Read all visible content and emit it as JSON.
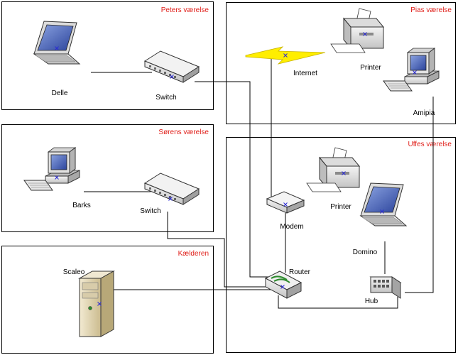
{
  "colors": {
    "room_title": "#e0201b",
    "lightning": "#ffee00",
    "wire": "#000000",
    "device_body": "#e6e6e6",
    "screen": "#3a55b0",
    "server_body": "#e8dcb8"
  },
  "rooms": {
    "peter": {
      "title": "Peters værelse"
    },
    "pia": {
      "title": "Pias værelse"
    },
    "soren": {
      "title": "Sørens værelse"
    },
    "uffe": {
      "title": "Uffes værelse"
    },
    "kaelder": {
      "title": "Kælderen"
    }
  },
  "devices": {
    "delle": {
      "label": "Delle",
      "icon": "laptop-icon"
    },
    "switch_peter": {
      "label": "Switch",
      "icon": "switch-icon"
    },
    "internet": {
      "label": "Internet",
      "icon": "lightning-icon"
    },
    "printer_pia": {
      "label": "Printer",
      "icon": "printer-icon"
    },
    "amipia": {
      "label": "Amipia",
      "icon": "desktop-computer-icon"
    },
    "barks": {
      "label": "Barks",
      "icon": "desktop-computer-icon"
    },
    "switch_soren": {
      "label": "Switch",
      "icon": "switch-icon"
    },
    "modem": {
      "label": "Modem",
      "icon": "modem-icon"
    },
    "printer_uffe": {
      "label": "Printer",
      "icon": "printer-icon"
    },
    "domino": {
      "label": "Domino",
      "icon": "laptop-icon"
    },
    "scaleo": {
      "label": "Scaleo",
      "icon": "server-icon"
    },
    "router": {
      "label": "Router",
      "icon": "router-icon"
    },
    "hub": {
      "label": "Hub",
      "icon": "hub-icon"
    }
  }
}
